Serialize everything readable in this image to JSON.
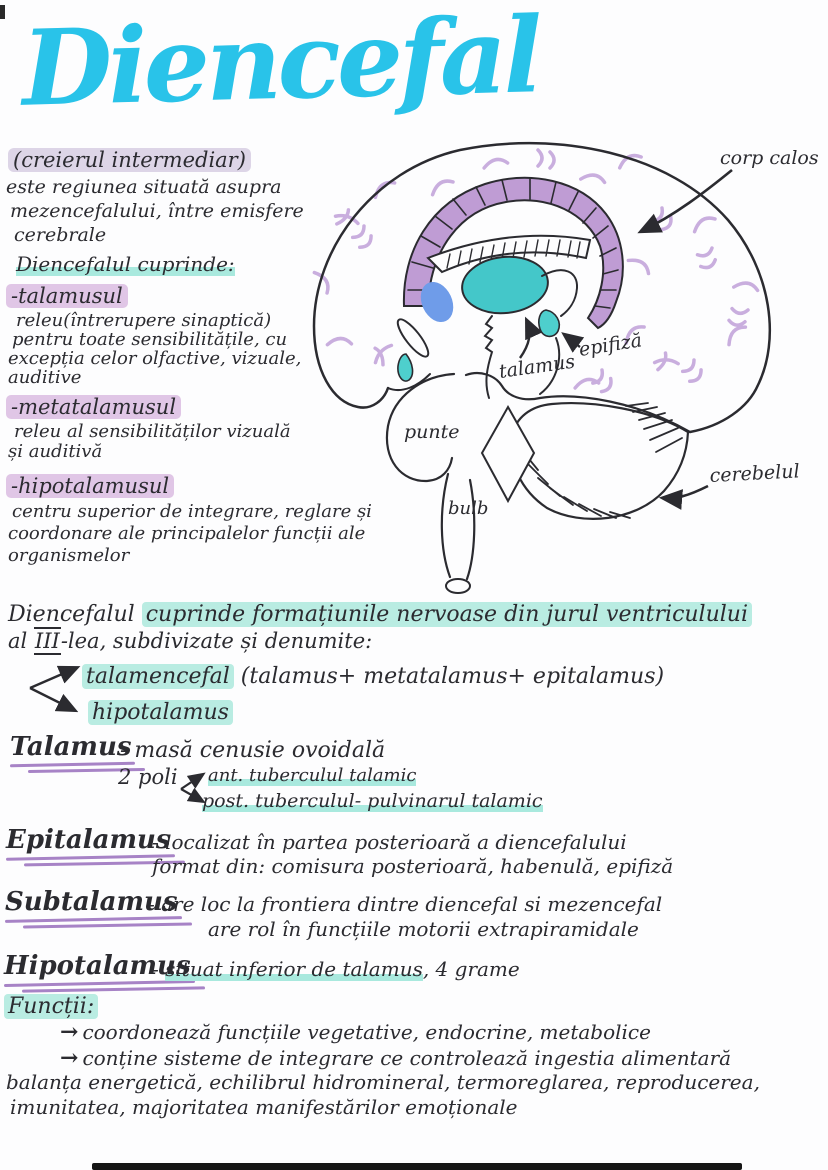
{
  "page": {
    "title": "Diencefal",
    "subtitle": "(creierul intermediar)",
    "intro": {
      "l1": "este regiunea situată asupra",
      "l2": "mezencefalului, între emisfere",
      "l3": "cerebrale"
    },
    "cuprinde": {
      "heading": "Diencefalul cuprinde:",
      "talamusul": {
        "term": "-talamusul",
        "d1": "releu(întrerupere sinaptică)",
        "d2": "pentru toate sensibilitățile, cu",
        "d3": "excepția celor olfactive, vizuale,",
        "d4": "auditive"
      },
      "metatalamusul": {
        "term": "-metatalamusul",
        "d1": "releu al sensibilităților vizuală",
        "d2": "și auditivă"
      },
      "hipotalamusul": {
        "term": "-hipotalamusul",
        "d1": "centru superior de integrare, reglare și",
        "d2": "coordonare ale principalelor funcții ale",
        "d3": "organismelor"
      }
    },
    "diagram": {
      "corp_calos": "corp calos",
      "talamus": "talamus",
      "epifiza": "epifiză",
      "punte": "punte",
      "bulb": "bulb",
      "cerebelul": "cerebelul"
    },
    "formatiuni": {
      "l1_plain": "Diencefalul ",
      "l1_hl": "cuprinde formațiunile nervoase din jurul ventriculului",
      "l2_pre": "al ",
      "l2_roman": "III",
      "l2_post": "-lea, subdivizate și denumite:",
      "branch1": "talamencefal",
      "branch1_rest": " (talamus+ metatalamus+ epitalamus)",
      "branch2": "hipotalamus"
    },
    "talamus_s": {
      "heading": "Talamus",
      "text": "- masă cenusie ovoidală",
      "poli": "2 poli",
      "ant": "ant. tuberculul talamic",
      "post": "post. tuberculul- pulvinarul talamic"
    },
    "epitalamus_s": {
      "heading": "Epitalamus",
      "l1": "- localizat în partea posterioară a diencefalului",
      "l2": "format din: comisura posterioară, habenulă, epifiză"
    },
    "subtalamus_s": {
      "heading": "Subtalamus",
      "l1": "- are loc la frontiera dintre diencefal si mezencefal",
      "l2": "are rol în funcțiile motorii extrapiramidale"
    },
    "hipotalamus_s": {
      "heading": "Hipotalamus",
      "pre": "- ",
      "hl": "situat inferior de talamus",
      "post": ", 4 grame"
    },
    "functii": {
      "heading": "Funcții:",
      "arrow": "→",
      "l1": "coordonează funcțiile vegetative, endocrine, metabolice",
      "l2": "conține sisteme de integrare ce controlează ingestia alimentară",
      "l3": "balanța energetică, echilibrul hidromineral, termoreglarea, reproducerea,",
      "l4": "imunitatea, majoritatea manifestărilor emoționale"
    },
    "colors": {
      "title_cyan": "#29c3e9",
      "highlight_teal": "#b9ece2",
      "highlight_purple": "#e0c6e6",
      "highlight_lavender": "#ddd5e7",
      "underline_purple": "#a783c6",
      "corpus_callosum_purple": "#bf9cd4",
      "thalamus_teal": "#44c7c9",
      "oval_blue": "#6f9ce9",
      "squiggle_purple": "#c9aede",
      "ink": "#2b2b30"
    }
  }
}
